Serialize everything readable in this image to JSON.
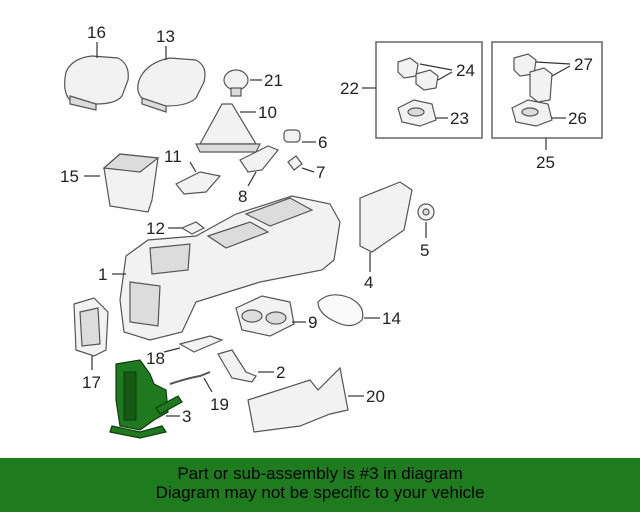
{
  "callouts": {
    "c1": "1",
    "c2": "2",
    "c3": "3",
    "c4": "4",
    "c5": "5",
    "c6": "6",
    "c7": "7",
    "c8": "8",
    "c9": "9",
    "c10": "10",
    "c11": "11",
    "c12": "12",
    "c13": "13",
    "c14": "14",
    "c15": "15",
    "c16": "16",
    "c17": "17",
    "c18": "18",
    "c19": "19",
    "c20": "20",
    "c21": "21",
    "c22": "22",
    "c23": "23",
    "c24": "24",
    "c25": "25",
    "c26": "26",
    "c27": "27"
  },
  "banner": {
    "line1": "Part or sub-assembly is #3 in diagram",
    "line2": "Diagram may not be specific to your vehicle"
  },
  "colors": {
    "banner": "#1e7b1e",
    "highlight": "#1f7a1f"
  }
}
